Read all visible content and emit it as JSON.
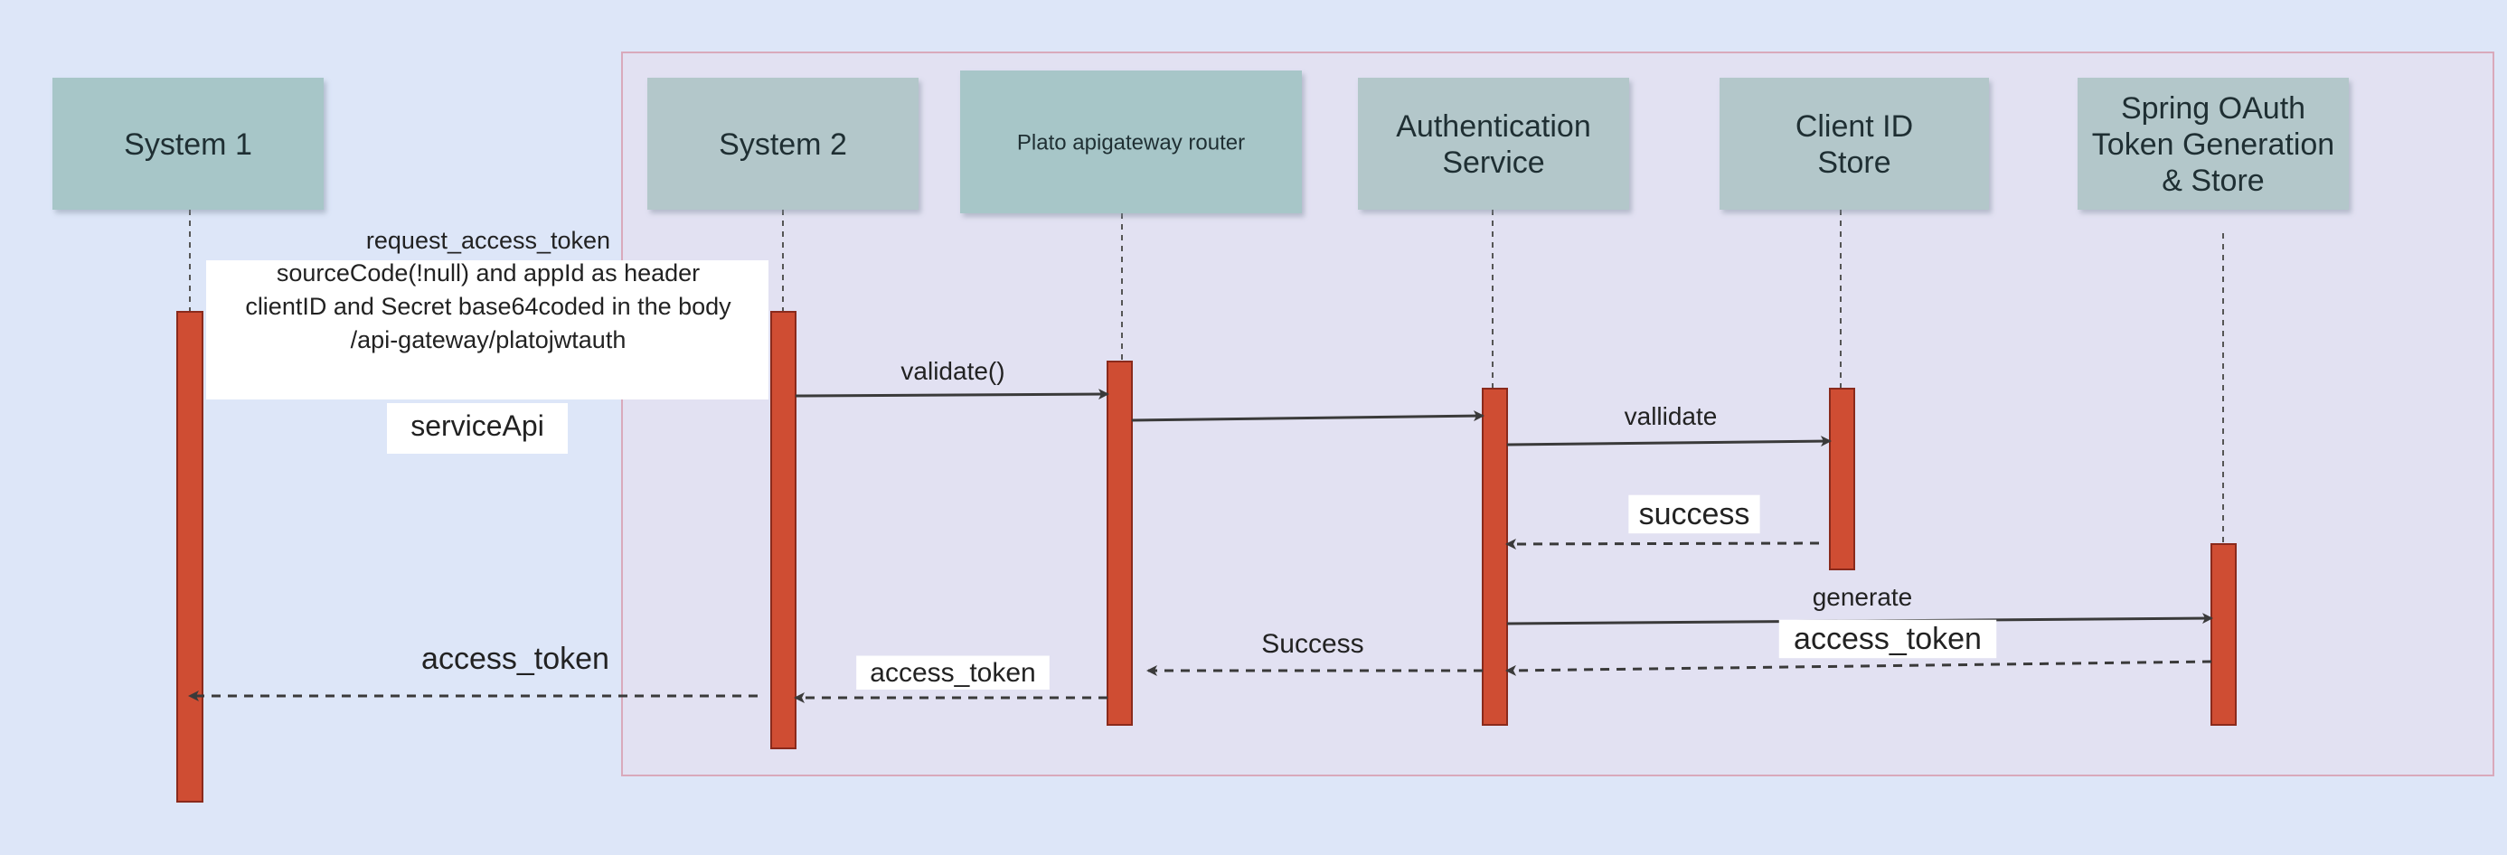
{
  "colors": {
    "background": "#dde6f8",
    "frame_fill": "#e2e1f2",
    "frame_stroke": "#d9a9bb",
    "actor_dark": "#a7c6c8",
    "actor_light": "#b3c7ca",
    "activation": "#cf4d33",
    "activation_stroke": "#8a2a1c",
    "arrow": "#3a3a3a"
  },
  "actors": [
    {
      "id": "system1",
      "lines": [
        "System 1"
      ]
    },
    {
      "id": "system2",
      "lines": [
        "System 2"
      ]
    },
    {
      "id": "router",
      "lines": [
        "Plato apigateway router"
      ]
    },
    {
      "id": "auth",
      "lines": [
        "Authentication",
        "Service"
      ]
    },
    {
      "id": "clientid",
      "lines": [
        "Client ID",
        "Store"
      ]
    },
    {
      "id": "oauth",
      "lines": [
        "Spring OAuth",
        "Token Generation",
        "& Store"
      ]
    }
  ],
  "request_note": {
    "lines": [
      "request_access_token",
      "sourceCode(!null) and appId as header",
      "clientID and Secret base64coded in the body",
      "/api-gateway/platojwtauth"
    ]
  },
  "service_api_label": "serviceApi",
  "messages": [
    {
      "id": "validate",
      "label": "validate()",
      "style": "solid"
    },
    {
      "id": "router-to-auth",
      "label": "",
      "style": "solid"
    },
    {
      "id": "vallidate",
      "label": "vallidate",
      "style": "solid"
    },
    {
      "id": "success",
      "label": "success",
      "style": "dashed"
    },
    {
      "id": "generate",
      "label": "generate",
      "style": "solid"
    },
    {
      "id": "access-token-oauth",
      "label": "access_token",
      "style": "dashed"
    },
    {
      "id": "success-router",
      "label": "Success",
      "style": "dashed"
    },
    {
      "id": "access-token-router",
      "label": "access_token",
      "style": "dashed"
    },
    {
      "id": "access-token-system1",
      "label": "access_token",
      "style": "dashed"
    }
  ]
}
